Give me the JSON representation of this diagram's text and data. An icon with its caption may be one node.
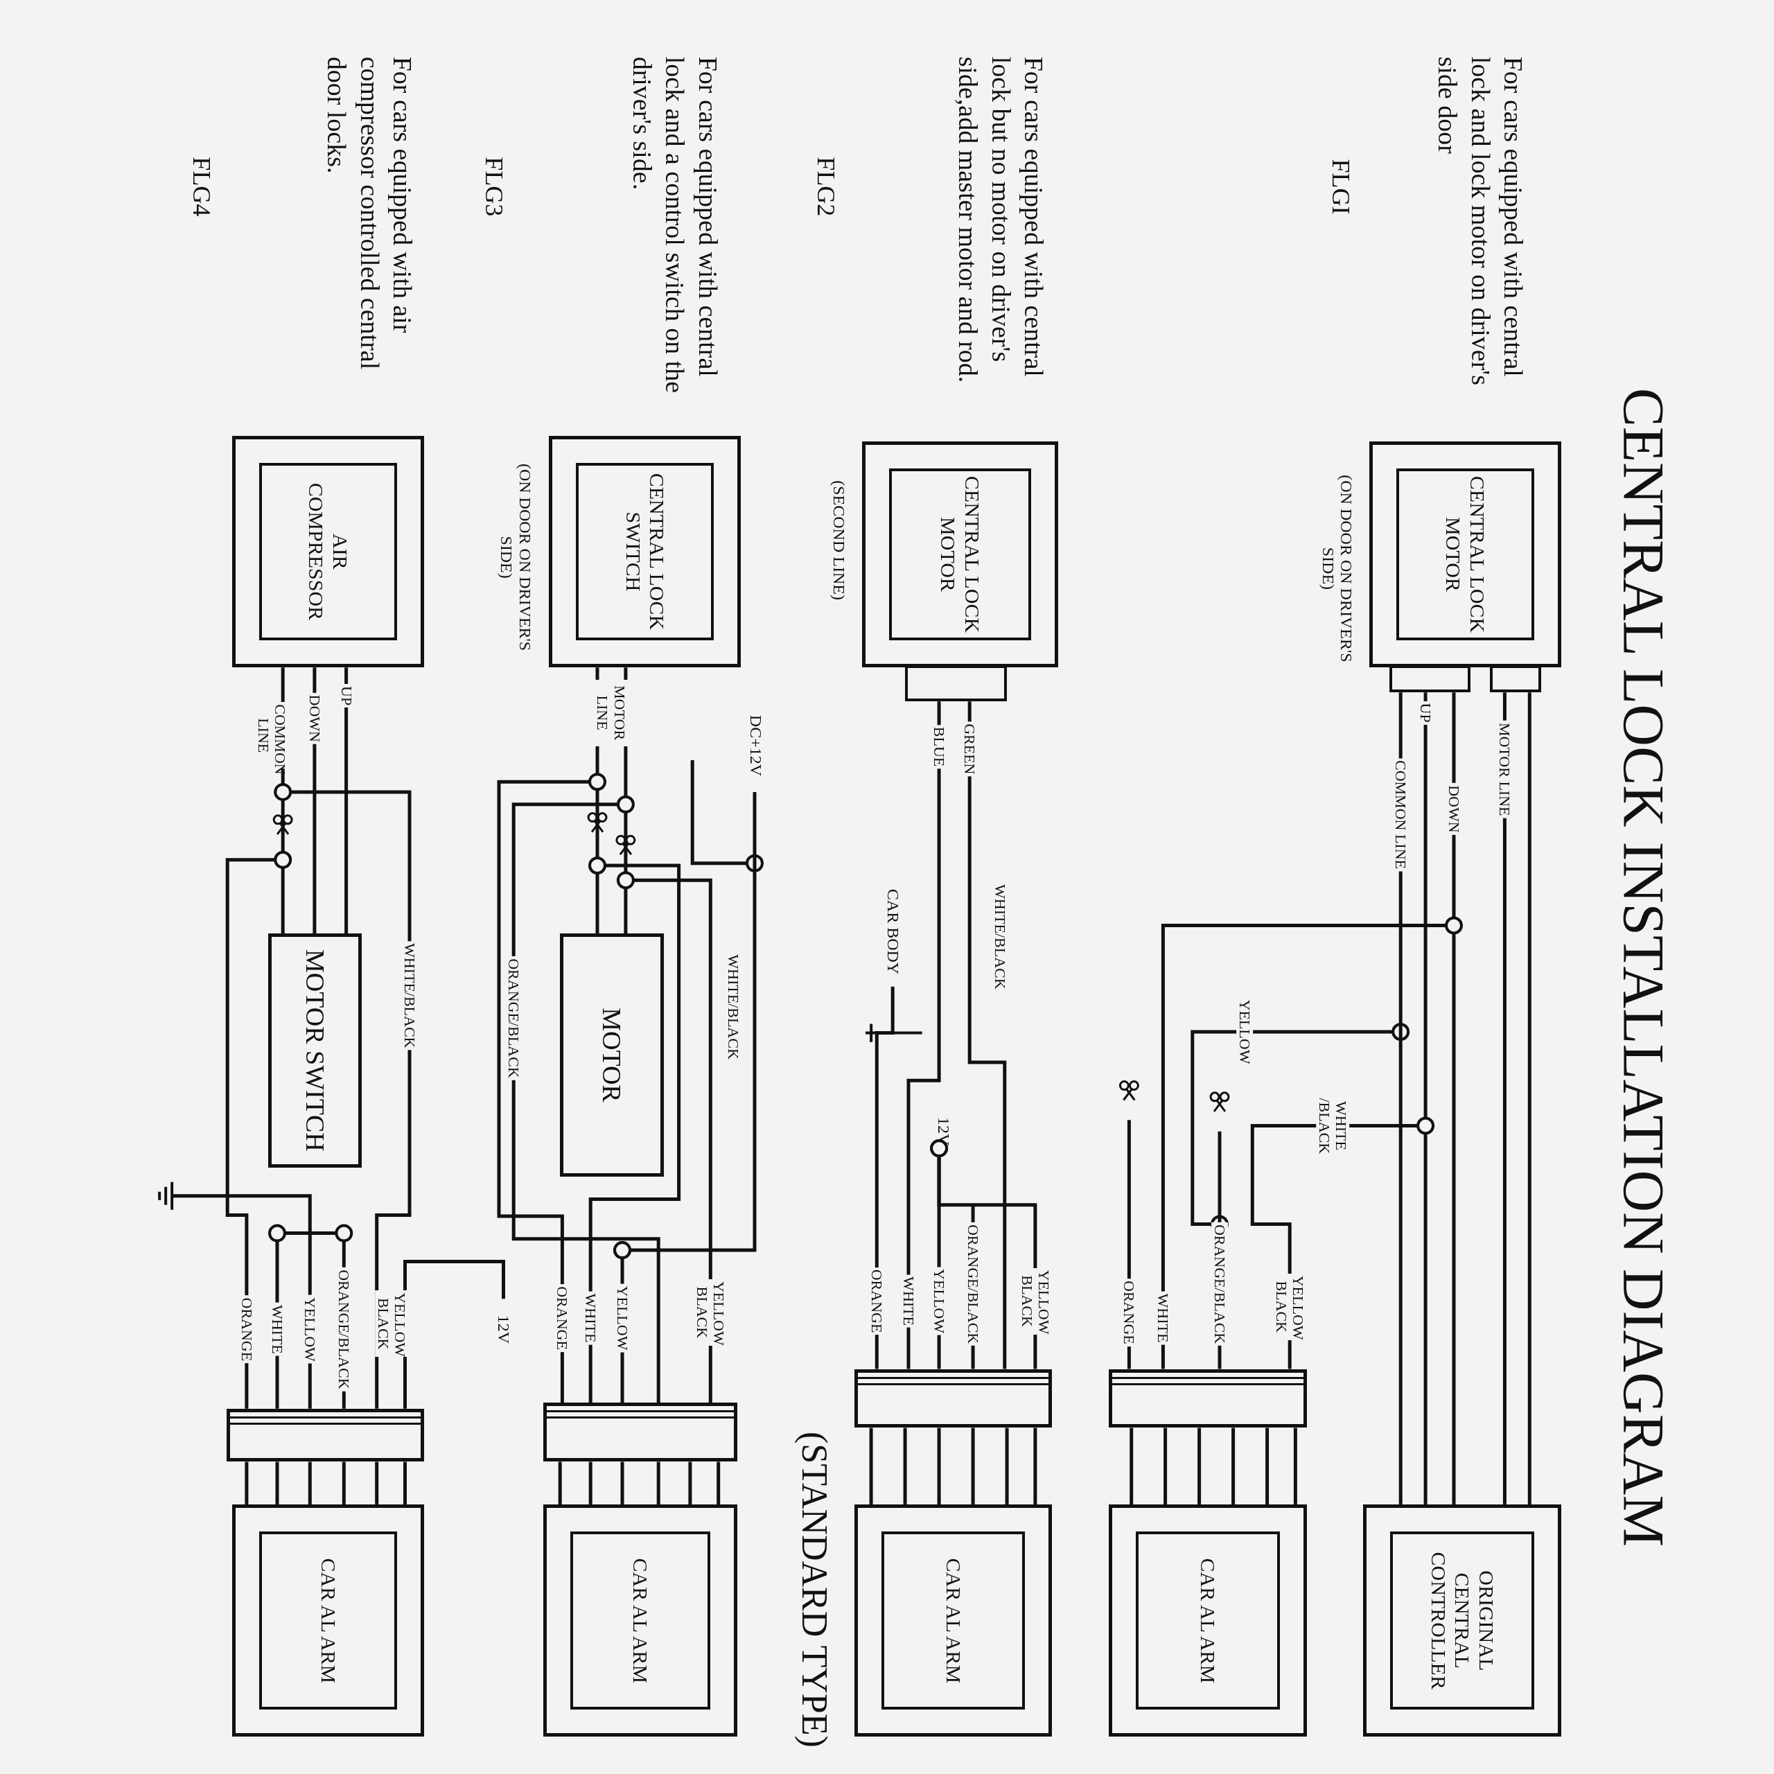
{
  "diagram": {
    "title": "CENTRAL LOCK INSTALLATION DIAGRAM",
    "nodes": [
      {
        "text": [
          "CENTRAL LOCK MOTOR"
        ],
        "beside": [
          "(ON DOOR ON DRIVER'S SIDE)"
        ]
      },
      {
        "text": [
          "ORIGINAL CENTRAL CONTROLLER"
        ]
      },
      {
        "text": [],
        "shape": "box"
      },
      {
        "text": [
          "CAR AL ARM"
        ]
      },
      {
        "text": [
          "CENTRAL LOCK MOTOR"
        ],
        "beside": [
          "(SECOND LINE)"
        ]
      },
      {
        "text": [
          "CAR BODY"
        ]
      },
      {
        "text": [],
        "shape": "box"
      },
      {
        "text": [
          "CAR AL ARM"
        ]
      },
      {
        "text": [
          "DC+12V"
        ]
      },
      {
        "text": [
          "CENTRAL LOCK SWITCH"
        ],
        "beside": [
          "(ON DOOR ON DRIVER'S SIDE)"
        ]
      },
      {
        "text": [
          "MOTOR"
        ]
      },
      {
        "text": [],
        "shape": "box"
      },
      {
        "text": [
          "CAR AL ARM"
        ]
      },
      {
        "text": [
          "AIR COMPRESSOR"
        ]
      },
      {
        "text": [
          "MOTOR SWITCH"
        ]
      },
      {
        "text": [
          "12V"
        ]
      },
      {
        "text": [],
        "shape": "box"
      },
      {
        "text": [
          "CAR AL ARM"
        ]
      },
      {
        "text": [
          "12V"
        ]
      }
    ],
    "edges": [
      {
        "from": 0,
        "to": 1,
        "arrow": "none",
        "label": "MOTOR LINE"
      },
      {
        "from": 0,
        "to": 1,
        "arrow": "none"
      },
      {
        "from": 0,
        "to": 1,
        "arrow": "none",
        "label": "DOWN"
      },
      {
        "from": 0,
        "to": 1,
        "arrow": "none",
        "label": "UP"
      },
      {
        "from": 0,
        "to": 1,
        "arrow": "none",
        "label": "COMMON LINE"
      },
      {
        "from": 2,
        "to": null,
        "arrow": "other",
        "label": "YELLOW BLACK"
      },
      {
        "from": 2,
        "to": null,
        "arrow": "none",
        "label": "ORANGE/BLACK"
      },
      {
        "from": 2,
        "to": null,
        "arrow": "other",
        "label": "WHITE"
      },
      {
        "from": 2,
        "to": null,
        "arrow": "none",
        "label": "ORANGE"
      },
      {
        "from": 2,
        "to": 3,
        "arrow": "none"
      },
      {
        "from": 4,
        "to": 6,
        "arrow": "none",
        "label": "GREEN"
      },
      {
        "from": 4,
        "to": 6,
        "arrow": "none",
        "label": "BLUE"
      },
      {
        "from": 6,
        "to": 18,
        "arrow": "other",
        "label": "YELLOW BLACK"
      },
      {
        "from": 6,
        "to": null,
        "arrow": "none",
        "label": "ORANGE/BLACK"
      },
      {
        "from": 6,
        "to": 18,
        "arrow": "other",
        "label": "YELLOW"
      },
      {
        "from": 6,
        "to": 5,
        "arrow": "none",
        "label": "ORANGE"
      },
      {
        "from": 6,
        "to": 7,
        "arrow": "none"
      },
      {
        "from": 9,
        "to": 10,
        "arrow": "none",
        "label": "MOTOR LINE"
      },
      {
        "from": 9,
        "to": 10,
        "arrow": "none"
      },
      {
        "from": 8,
        "to": null,
        "arrow": "other"
      },
      {
        "from": 11,
        "to": null,
        "arrow": "other",
        "label": "YELLOW BLACK"
      },
      {
        "from": 11,
        "to": null,
        "arrow": "other",
        "label": "ORANGE/BLACK"
      },
      {
        "from": 11,
        "to": null,
        "arrow": "other",
        "label": "YELLOW"
      },
      {
        "from": 11,
        "to": null,
        "arrow": "other",
        "label": "WHITE"
      },
      {
        "from": 11,
        "to": null,
        "arrow": "other",
        "label": "ORANGE"
      },
      {
        "from": 11,
        "to": 12,
        "arrow": "none"
      },
      {
        "from": 13,
        "to": 14,
        "arrow": "none",
        "label": "UP"
      },
      {
        "from": 13,
        "to": 14,
        "arrow": "none",
        "label": "DOWN"
      },
      {
        "from": 13,
        "to": 14,
        "arrow": "none",
        "label": "COMMON LINE"
      },
      {
        "from": 16,
        "to": 15,
        "arrow": "none",
        "label": "YELLOW BLACK"
      },
      {
        "from": 16,
        "to": null,
        "arrow": "other",
        "label": "WHITE/BLACK"
      },
      {
        "from": 16,
        "to": null,
        "arrow": "other",
        "label": "ORANGE/BLACK"
      },
      {
        "from": 16,
        "to": null,
        "arrow": "none",
        "label": "YELLOW"
      },
      {
        "from": 16,
        "to": null,
        "arrow": "other",
        "label": "WHITE"
      },
      {
        "from": 16,
        "to": null,
        "arrow": "other",
        "label": "ORANGE"
      },
      {
        "from": 16,
        "to": 17,
        "arrow": "none"
      }
    ],
    "labels": [
      "For cars equipped with central lock and lock motor on driver's side door",
      "FLGI",
      "WHITE /BLACK",
      "YELLOW",
      "For cars equipped with central lock but no motor on driver's side,add master motor and rod.",
      "FLG2",
      "WHITE/BLACK",
      "WHITE",
      "(STANDARD TYPE)",
      "For cars equipped with central lock and a control switch on the driver's side.",
      "FLG3",
      "WHITE/BLACK",
      "For cars equipped with air compressor controlled central door locks.",
      "FLG4"
    ]
  }
}
